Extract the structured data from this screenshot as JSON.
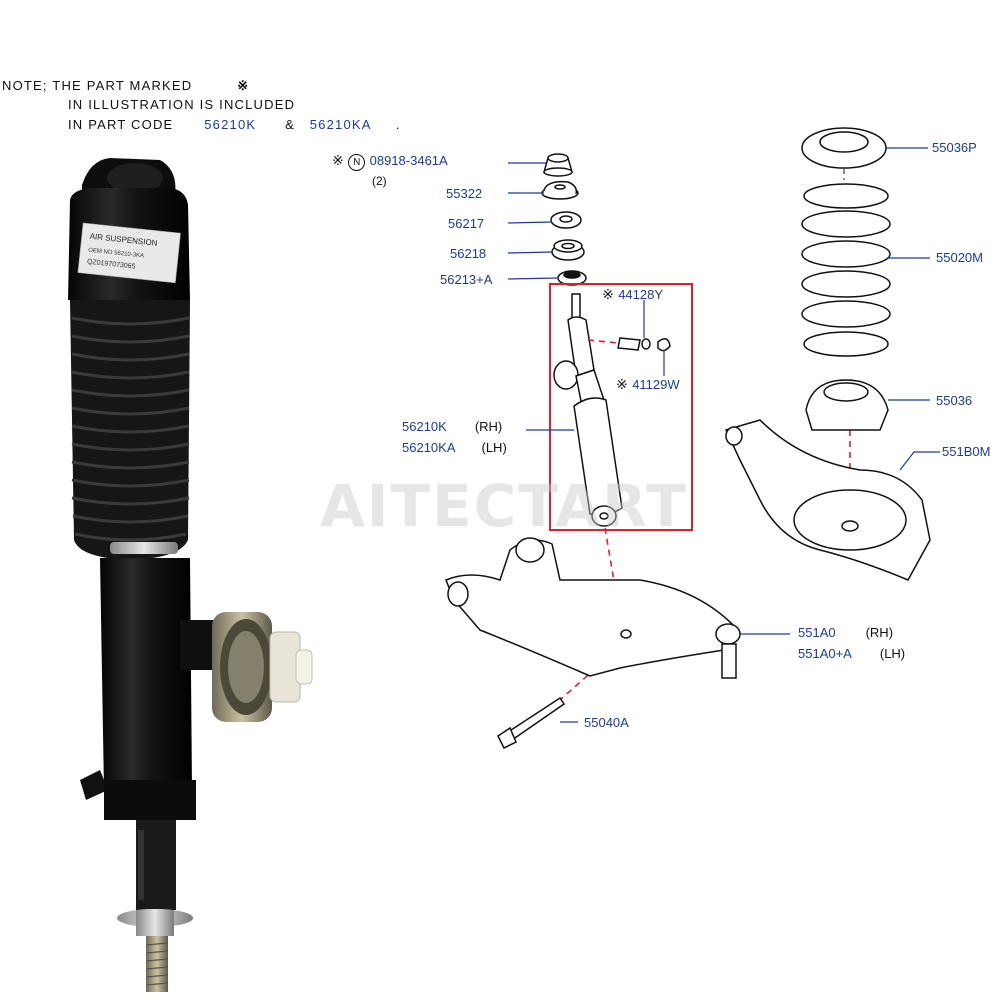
{
  "note": {
    "line1_prefix": "NOTE;  THE  PART  MARKED",
    "mark_symbol": "※",
    "line2": "IN  ILLUSTRATION  IS  INCLUDED",
    "line3_prefix": "IN  PART  CODE",
    "code1": "56210K",
    "ampersand": "&",
    "code2": "56210KA",
    "period": "."
  },
  "photo": {
    "sticker_line1": "AIR SUSPENSION",
    "sticker_line2": "OEM NO 56210-3KA",
    "sticker_line3": "QZ0197073065"
  },
  "watermark": "AITECTART",
  "parts": {
    "p08918": {
      "mark": "※",
      "circle": "N",
      "code": "08918-3461A",
      "qty": "(2)"
    },
    "p55322": {
      "code": "55322"
    },
    "p56217": {
      "code": "56217"
    },
    "p56218": {
      "code": "56218"
    },
    "p56213": {
      "code": "56213+A"
    },
    "p44128": {
      "mark": "※",
      "code": "44128Y"
    },
    "p41129": {
      "mark": "※",
      "code": "41129W"
    },
    "p56210": {
      "code_rh": "56210K",
      "side_rh": "(RH)",
      "code_lh": "56210KA",
      "side_lh": "(LH)"
    },
    "p55036P": {
      "code": "55036P"
    },
    "p55020M": {
      "code": "55020M"
    },
    "p55036": {
      "code": "55036"
    },
    "p551B0M": {
      "code": "551B0M"
    },
    "p551A0": {
      "code_rh": "551A0",
      "side_rh": "(RH)",
      "code_lh": "551A0+A",
      "side_lh": "(LH)"
    },
    "p55040A": {
      "code": "55040A"
    }
  },
  "colors": {
    "label_blue": "#1d3b93",
    "highlight_red": "#d8232a",
    "photo_black": "#141414"
  }
}
